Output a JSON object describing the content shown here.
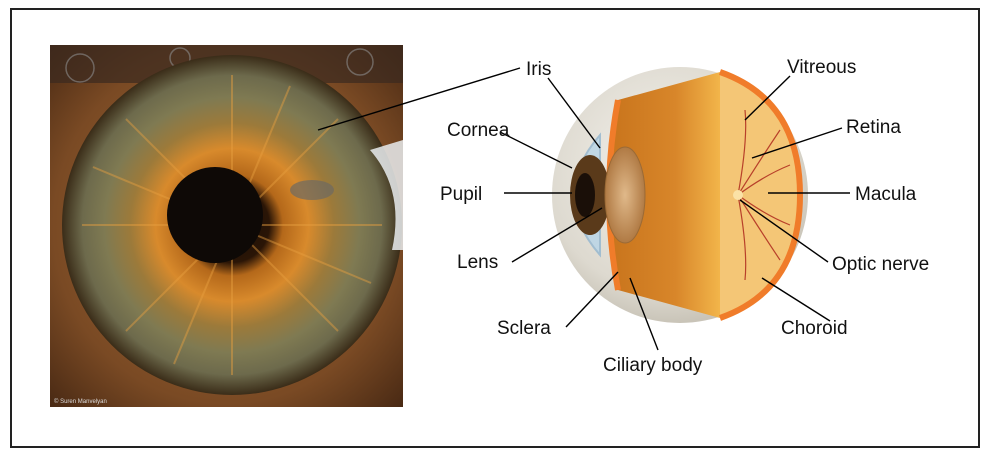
{
  "photo": {
    "credit": "© Suren Manvelyan"
  },
  "diagram": {
    "labels": {
      "iris": "Iris",
      "cornea": "Cornea",
      "pupil": "Pupil",
      "lens": "Lens",
      "sclera": "Sclera",
      "ciliary_body": "Ciliary body",
      "vitreous": "Vitreous",
      "retina": "Retina",
      "macula": "Macula",
      "optic_nerve": "Optic nerve",
      "choroid": "Choroid"
    }
  },
  "colors": {
    "sclera": "#e7e4dc",
    "retina": "#f07c2a",
    "vitreous": "#f1b23a",
    "iris_photo": "#8a5a22",
    "pupil": "#111111"
  }
}
